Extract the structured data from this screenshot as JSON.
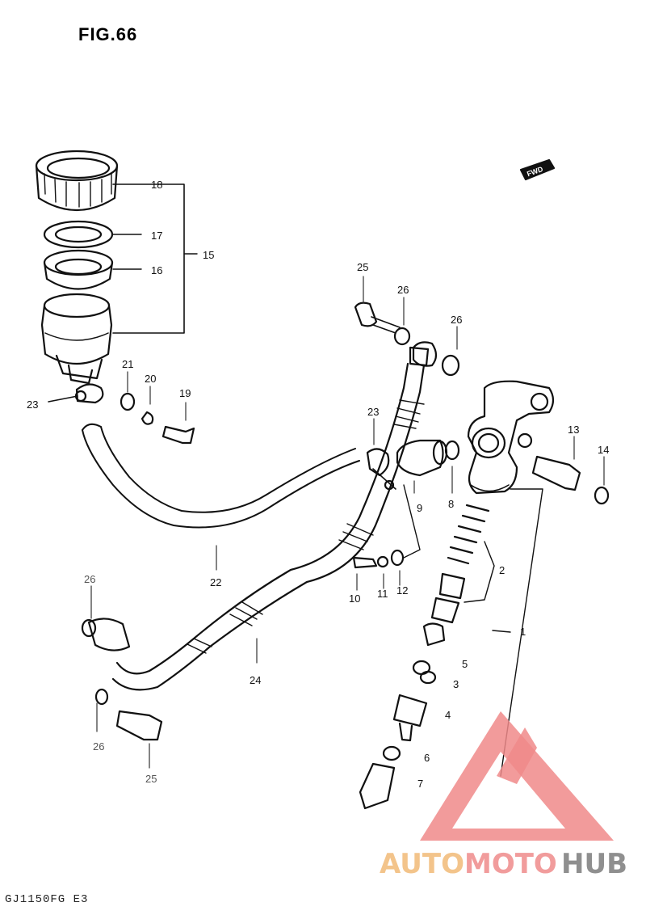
{
  "figure": {
    "title": "FIG.66",
    "footer_code": "GJ1150FG E3"
  },
  "fwd_label": "FWD",
  "callouts": [
    {
      "id": "c1",
      "label": "1"
    },
    {
      "id": "c2",
      "label": "2"
    },
    {
      "id": "c3",
      "label": "3"
    },
    {
      "id": "c4",
      "label": "4"
    },
    {
      "id": "c5",
      "label": "5"
    },
    {
      "id": "c6",
      "label": "6"
    },
    {
      "id": "c7",
      "label": "7"
    },
    {
      "id": "c8",
      "label": "8"
    },
    {
      "id": "c9",
      "label": "9"
    },
    {
      "id": "c10",
      "label": "10"
    },
    {
      "id": "c11",
      "label": "11"
    },
    {
      "id": "c12",
      "label": "12"
    },
    {
      "id": "c13",
      "label": "13"
    },
    {
      "id": "c14",
      "label": "14"
    },
    {
      "id": "c15",
      "label": "15"
    },
    {
      "id": "c16",
      "label": "16"
    },
    {
      "id": "c17",
      "label": "17"
    },
    {
      "id": "c18",
      "label": "18"
    },
    {
      "id": "c19",
      "label": "19"
    },
    {
      "id": "c20",
      "label": "20"
    },
    {
      "id": "c21",
      "label": "21"
    },
    {
      "id": "c22",
      "label": "22"
    },
    {
      "id": "c23a",
      "label": "23"
    },
    {
      "id": "c23b",
      "label": "23"
    },
    {
      "id": "c24",
      "label": "24"
    },
    {
      "id": "c25a",
      "label": "25"
    },
    {
      "id": "c25b",
      "label": "25"
    },
    {
      "id": "c26a",
      "label": "26"
    },
    {
      "id": "c26b",
      "label": "26"
    },
    {
      "id": "c26c",
      "label": "26"
    },
    {
      "id": "c26d",
      "label": "26"
    }
  ],
  "watermark": {
    "part1": "AUTO",
    "part2": "MOTO",
    "part3": "HUB",
    "colors": {
      "auto": "#f3c48b",
      "moto": "#f19c9c",
      "hub": "#8f8f8f",
      "logo": "#f08a8a"
    }
  }
}
